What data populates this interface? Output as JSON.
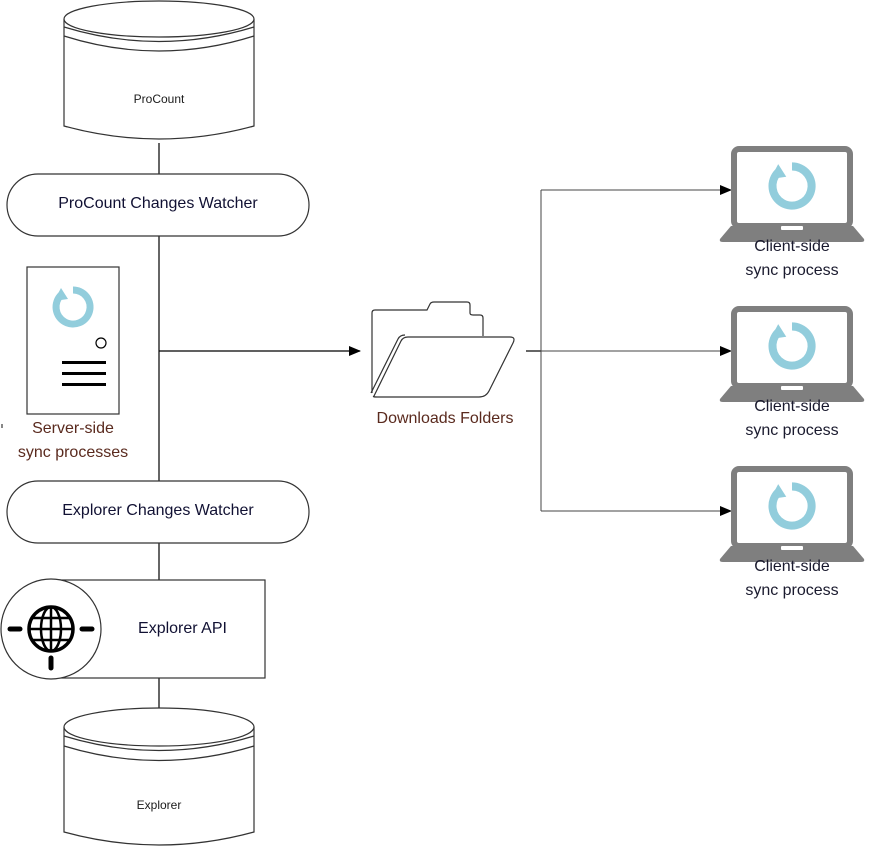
{
  "diagram": {
    "colors": {
      "sync_icon": "#92cddc",
      "laptop": "#7f7f7f",
      "stroke": "#000000",
      "server_label": "#5a2a1e",
      "folder_label": "#5a2a1e"
    },
    "nodes": {
      "procount_db": {
        "label": "ProCount",
        "shape": "database"
      },
      "procount_watcher": {
        "label": "ProCount Changes Watcher",
        "shape": "rounded-pill"
      },
      "server_sync": {
        "label_line1": "Server-side",
        "label_line2": "sync processes",
        "icon": "server-sync-icon"
      },
      "explorer_watcher": {
        "label": "Explorer Changes Watcher",
        "shape": "rounded-pill"
      },
      "explorer_api": {
        "label": "Explorer API",
        "icon": "globe-icon"
      },
      "explorer_db": {
        "label": "Explorer",
        "shape": "database"
      },
      "downloads": {
        "label": "Downloads Folders",
        "icon": "folder-icon"
      },
      "clients": [
        {
          "label_line1": "Client-side",
          "label_line2": "sync process",
          "icon": "laptop-sync-icon"
        },
        {
          "label_line1": "Client-side",
          "label_line2": "sync process",
          "icon": "laptop-sync-icon"
        },
        {
          "label_line1": "Client-side",
          "label_line2": "sync process",
          "icon": "laptop-sync-icon"
        }
      ]
    },
    "edges": [
      {
        "from": "procount_db",
        "to": "procount_watcher",
        "arrow": false
      },
      {
        "from": "procount_watcher",
        "to": "explorer_watcher",
        "arrow": false
      },
      {
        "from": "server_sync",
        "to": "downloads",
        "arrow": true
      },
      {
        "from": "explorer_watcher",
        "to": "explorer_api",
        "arrow": false
      },
      {
        "from": "explorer_api",
        "to": "explorer_db",
        "arrow": false
      },
      {
        "from": "downloads",
        "to": "client_1",
        "arrow": true
      },
      {
        "from": "downloads",
        "to": "client_2",
        "arrow": true
      },
      {
        "from": "downloads",
        "to": "client_3",
        "arrow": true
      }
    ]
  }
}
